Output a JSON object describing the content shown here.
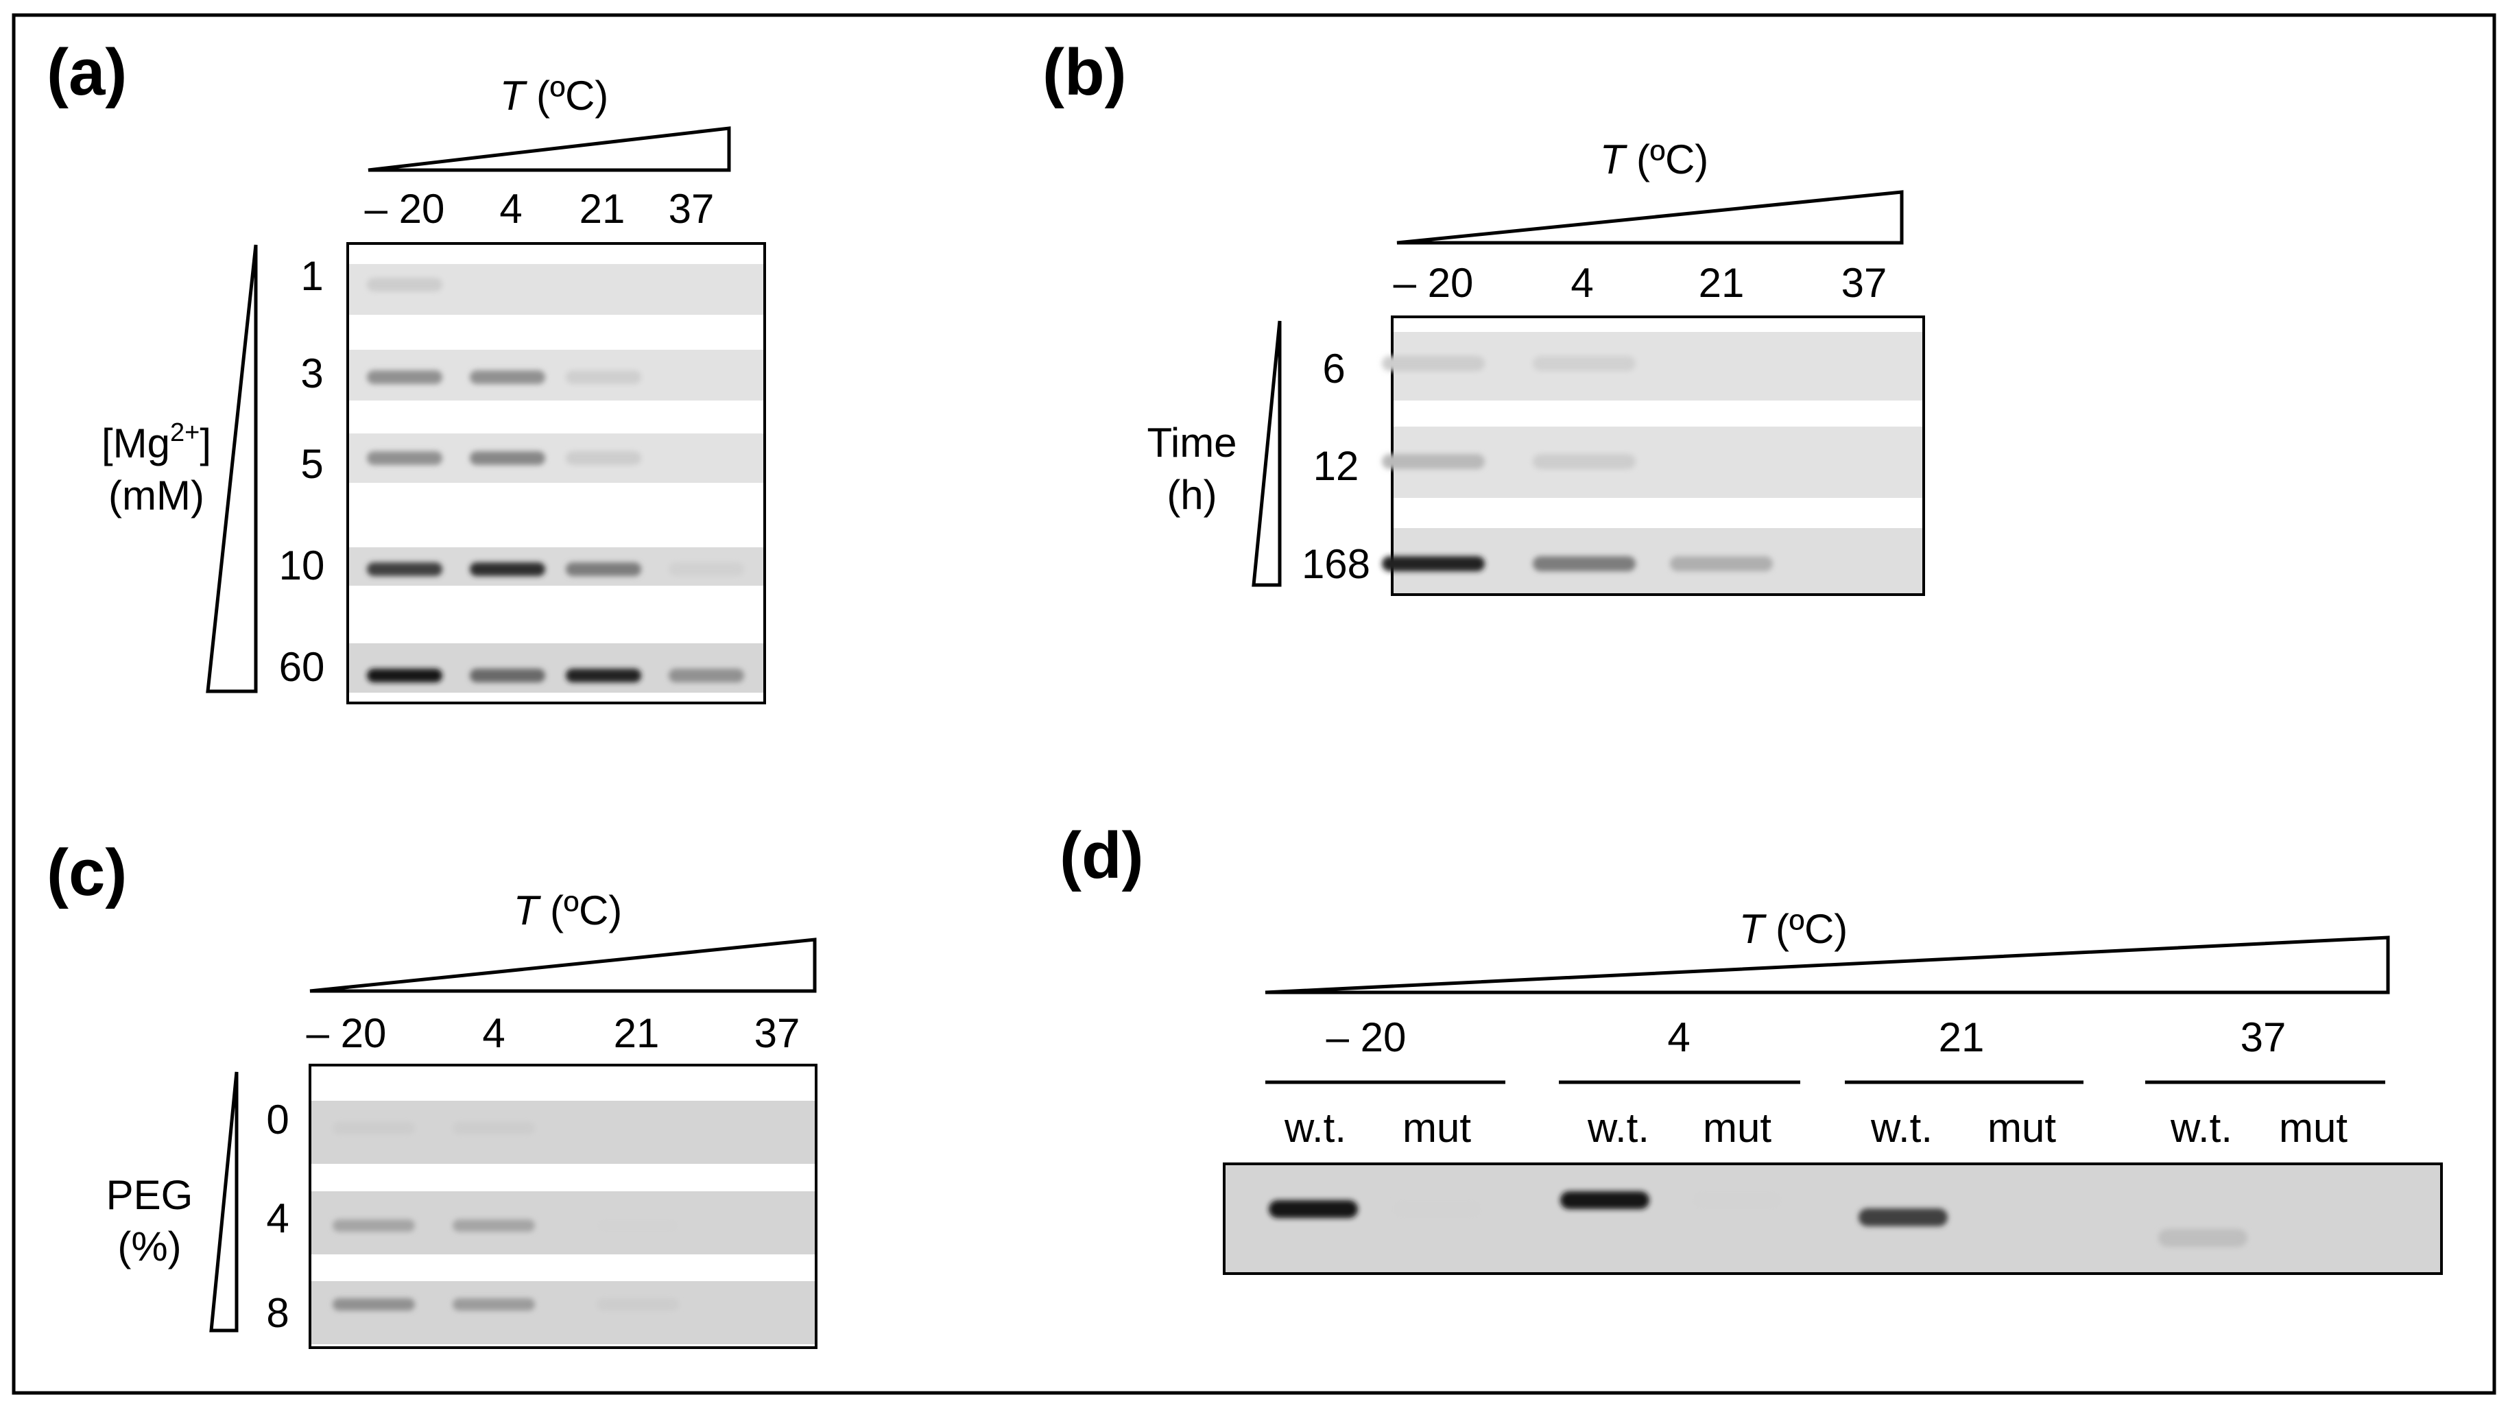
{
  "panels": {
    "a": {
      "letter": "(a)",
      "t_symbol": "T",
      "t_unit": " (ºC)",
      "temps": [
        "– 20",
        "4",
        "21",
        "37"
      ],
      "y_label_line1": "[Mg",
      "y_label_sup": "2+",
      "y_label_close": "]",
      "y_label_line2": "(mM)",
      "rows": [
        "1",
        "3",
        "5",
        "10",
        "60"
      ],
      "band_intensity": [
        [
          0.05,
          0,
          0,
          0
        ],
        [
          0.35,
          0.35,
          0.04,
          0
        ],
        [
          0.35,
          0.4,
          0.05,
          0
        ],
        [
          0.75,
          0.85,
          0.45,
          0.03
        ],
        [
          0.95,
          0.55,
          0.9,
          0.35
        ]
      ]
    },
    "b": {
      "letter": "(b)",
      "t_symbol": "T",
      "t_unit": " (ºC)",
      "temps": [
        "– 20",
        "4",
        "21",
        "37"
      ],
      "y_label_line1": "Time",
      "y_label_line2": "(h)",
      "rows": [
        "6",
        "12",
        "168"
      ],
      "band_intensity": [
        [
          0.05,
          0.03,
          0,
          0
        ],
        [
          0.15,
          0.05,
          0,
          0
        ],
        [
          0.9,
          0.45,
          0.2,
          0
        ]
      ]
    },
    "c": {
      "letter": "(c)",
      "t_symbol": "T",
      "t_unit": " (ºC)",
      "temps": [
        "– 20",
        "4",
        "21",
        "37"
      ],
      "y_label_line1": "PEG",
      "y_label_line2": "(%)",
      "rows": [
        "0",
        "4",
        "8"
      ],
      "band_intensity": [
        [
          0.05,
          0.05,
          0,
          0
        ],
        [
          0.25,
          0.25,
          0.02,
          0
        ],
        [
          0.35,
          0.3,
          0.05,
          0
        ]
      ]
    },
    "d": {
      "letter": "(d)",
      "t_symbol": "T",
      "t_unit": " (ºC)",
      "temps": [
        "– 20",
        "4",
        "21",
        "37"
      ],
      "lanes": [
        "w.t.",
        "mut",
        "w.t.",
        "mut",
        "w.t.",
        "mut",
        "w.t.",
        "mut"
      ],
      "band_intensity": [
        0.95,
        0.02,
        0.95,
        0.02,
        0.75,
        0,
        0.12,
        0
      ]
    }
  }
}
